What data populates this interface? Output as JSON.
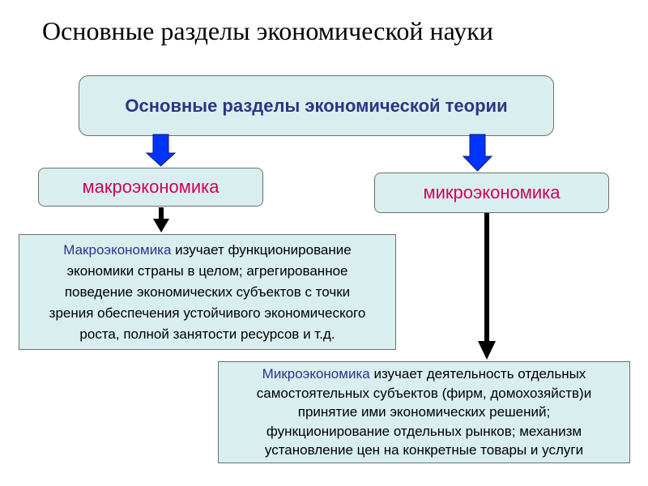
{
  "slide": {
    "title": "Основные разделы экономической науки"
  },
  "diagram": {
    "root": "Основные разделы экономической теории",
    "macro": {
      "label": "макроэкономика",
      "desc_term": "Макроэкономика",
      "desc_line1_rest": " изучает функционирование",
      "desc_line2": "экономики страны в целом; агрегированное",
      "desc_line3": "поведение экономических субъектов с точки",
      "desc_line4": "зрения обеспечения устойчивого экономического",
      "desc_line5": "роста, полной занятости ресурсов и т.д."
    },
    "micro": {
      "label": "микроэкономика",
      "desc_term": "Микроэкономика",
      "desc_line1_rest": " изучает деятельность отдельных",
      "desc_line2": "самостоятельных субъектов (фирм, домохозяйств)и",
      "desc_line3": "принятие ими экономических решений;",
      "desc_line4": "функционирование отдельных рынков; механизм",
      "desc_line5": "установление цен на конкретные товары и услуги"
    }
  },
  "colors": {
    "box_fill": "#d9efef",
    "root_text": "#2c3585",
    "branch_text": "#d4005a",
    "block_arrow": "#0033ff"
  }
}
